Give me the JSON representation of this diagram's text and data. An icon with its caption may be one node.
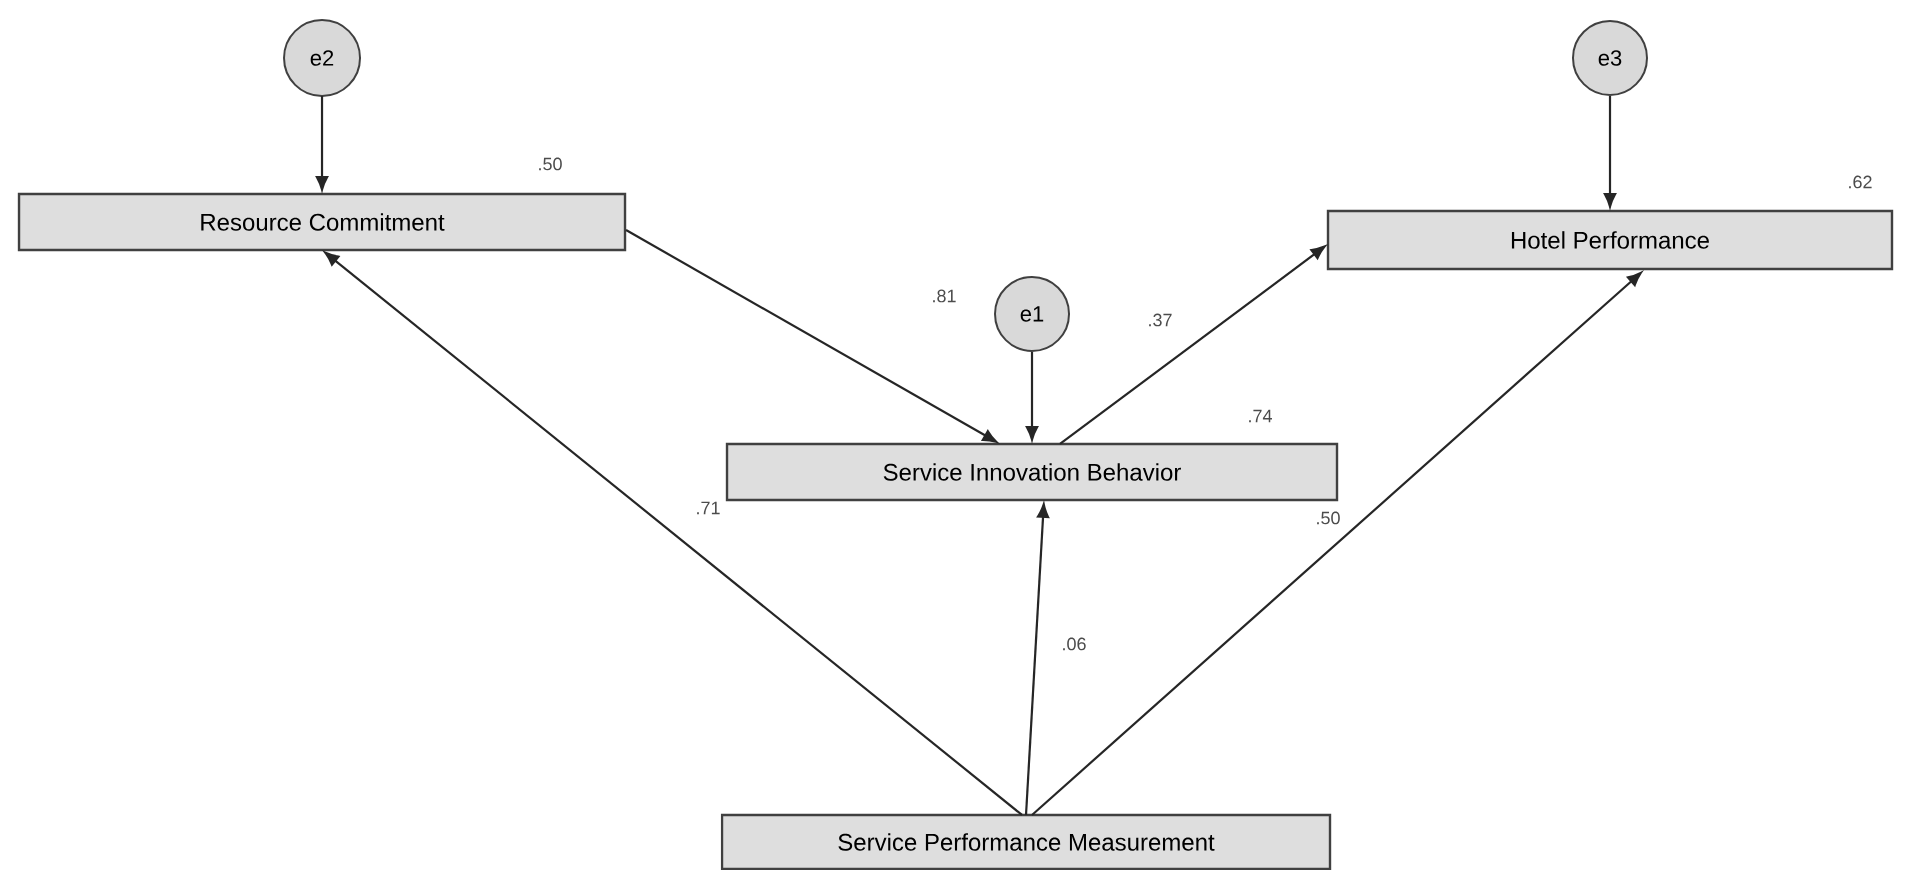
{
  "diagram": {
    "nodes": [
      {
        "text": [
          "e2"
        ]
      },
      {
        "text": [
          "Resource Commitment"
        ],
        "beside": [
          ".50"
        ]
      },
      {
        "text": [
          "e1"
        ]
      },
      {
        "text": [
          "Service Innovation Behavior"
        ],
        "beside": [
          ".74"
        ]
      },
      {
        "text": [
          "e3"
        ]
      },
      {
        "text": [
          "Hotel Performance"
        ],
        "beside": [
          ".62"
        ]
      },
      {
        "text": [
          "Service Performance Measurement"
        ]
      }
    ],
    "edges": [
      {
        "from": 0,
        "to": 1,
        "arrow": "to"
      },
      {
        "from": 1,
        "to": 3,
        "arrow": "to",
        "label": ".81"
      },
      {
        "from": 2,
        "to": 3,
        "arrow": "to"
      },
      {
        "from": 3,
        "to": 5,
        "arrow": "to",
        "label": ".37"
      },
      {
        "from": 4,
        "to": 5,
        "arrow": "to"
      },
      {
        "from": 6,
        "to": 1,
        "arrow": "to",
        "label": ".71"
      },
      {
        "from": 6,
        "to": 3,
        "arrow": "to",
        "label": ".06"
      },
      {
        "from": 6,
        "to": 5,
        "arrow": "to",
        "label": ".50"
      }
    ]
  }
}
